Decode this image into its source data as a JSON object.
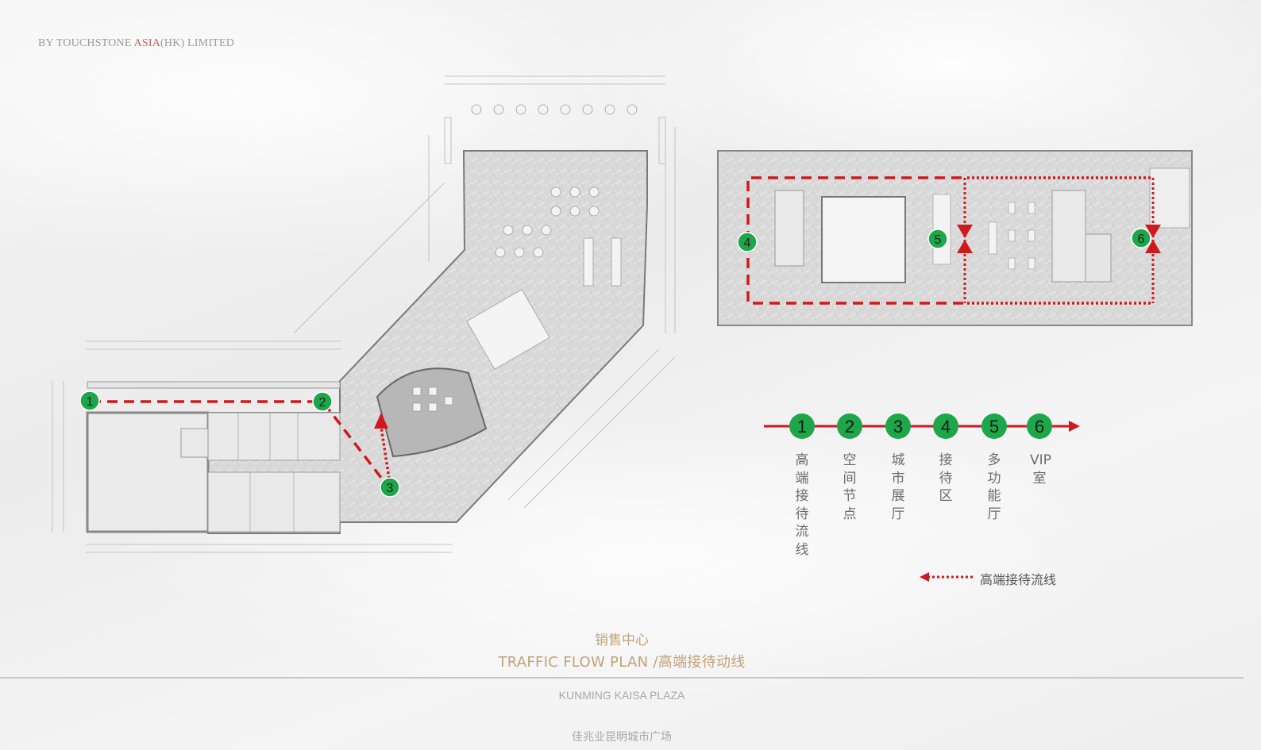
{
  "header": {
    "company_prefix": "BY TOUCHSTONE ",
    "company_accent": "ASIA",
    "company_suffix": "(HK)  LIMITED"
  },
  "plan": {
    "markers": [
      "1",
      "2",
      "3",
      "4",
      "5",
      "6"
    ]
  },
  "legend": {
    "steps": [
      {
        "num": "1",
        "label": "高端接待流线"
      },
      {
        "num": "2",
        "label": "空间节点"
      },
      {
        "num": "3",
        "label": "城市展厅"
      },
      {
        "num": "4",
        "label": "接待区"
      },
      {
        "num": "5",
        "label": "多功能厅"
      },
      {
        "num": "6",
        "label": "VIP室"
      }
    ],
    "note": "高端接待流线"
  },
  "footer": {
    "title_cn": "销售中心",
    "title_en": "TRAFFIC FLOW PLAN /高端接待动线",
    "project_en": "KUNMING KAISA PLAZA",
    "project_cn": "佳兆业昆明城市广场"
  },
  "colors": {
    "route": "#d0191e",
    "marker": "#1da64a",
    "title": "#c0a27a"
  }
}
